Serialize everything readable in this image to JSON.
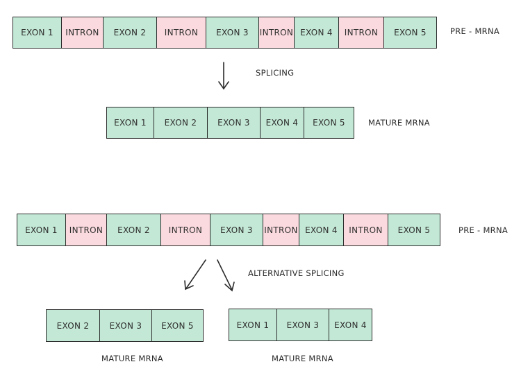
{
  "top": {
    "pre_mrna": {
      "label": "PRE - MRNA",
      "segments": [
        {
          "type": "exon",
          "text": "EXON 1"
        },
        {
          "type": "intron",
          "text": "INTRON"
        },
        {
          "type": "exon",
          "text": "EXON 2"
        },
        {
          "type": "intron",
          "text": "INTRON"
        },
        {
          "type": "exon",
          "text": "EXON 3"
        },
        {
          "type": "intron",
          "text": "INTRON"
        },
        {
          "type": "exon",
          "text": "EXON 4"
        },
        {
          "type": "intron",
          "text": "INTRON"
        },
        {
          "type": "exon",
          "text": "EXON 5"
        }
      ]
    },
    "process_label": "SPLICING",
    "mature": {
      "label": "MATURE  MRNA",
      "segments": [
        {
          "type": "exon",
          "text": "EXON 1"
        },
        {
          "type": "exon",
          "text": "EXON 2"
        },
        {
          "type": "exon",
          "text": "EXON 3"
        },
        {
          "type": "exon",
          "text": "EXON 4"
        },
        {
          "type": "exon",
          "text": "EXON 5"
        }
      ]
    }
  },
  "bottom": {
    "pre_mrna": {
      "label": "PRE - MRNA",
      "segments": [
        {
          "type": "exon",
          "text": "EXON 1"
        },
        {
          "type": "intron",
          "text": "INTRON"
        },
        {
          "type": "exon",
          "text": "EXON 2"
        },
        {
          "type": "intron",
          "text": "INTRON"
        },
        {
          "type": "exon",
          "text": "EXON 3"
        },
        {
          "type": "intron",
          "text": "INTRON"
        },
        {
          "type": "exon",
          "text": "EXON 4"
        },
        {
          "type": "intron",
          "text": "INTRON"
        },
        {
          "type": "exon",
          "text": "EXON 5"
        }
      ]
    },
    "process_label": "ALTERNATIVE  SPLICING",
    "mature_left": {
      "label": "MATURE  MRNA",
      "segments": [
        {
          "type": "exon",
          "text": "EXON 2"
        },
        {
          "type": "exon",
          "text": "EXON 3"
        },
        {
          "type": "exon",
          "text": "EXON 5"
        }
      ]
    },
    "mature_right": {
      "label": "MATURE  MRNA",
      "segments": [
        {
          "type": "exon",
          "text": "EXON 1"
        },
        {
          "type": "exon",
          "text": "EXON 3"
        },
        {
          "type": "exon",
          "text": "EXON 4"
        }
      ]
    }
  },
  "colors": {
    "exon": "#c3e8d6",
    "intron": "#fadadf",
    "outline": "#2b2b2b"
  }
}
